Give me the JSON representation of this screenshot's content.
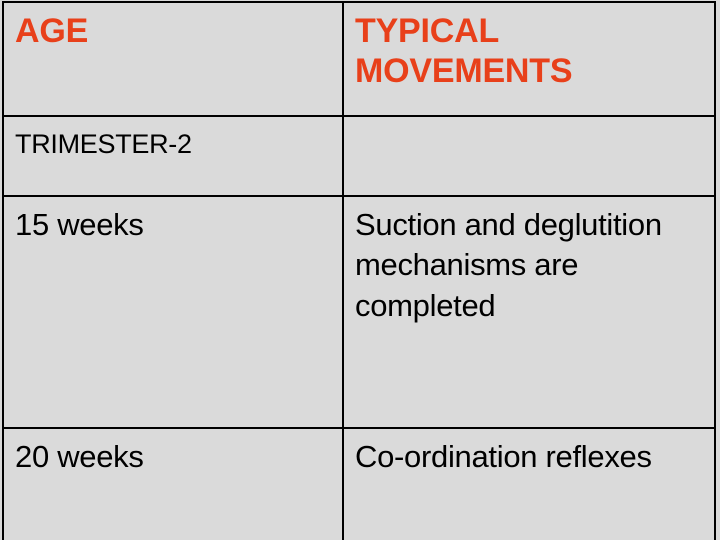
{
  "slide": {
    "background_color": "#d9d9d9",
    "accent_color": "#e8401a",
    "text_color": "#000000",
    "border_color": "#000000"
  },
  "table": {
    "columns": [
      {
        "key": "age",
        "header": "AGE"
      },
      {
        "key": "movements",
        "header": "TYPICAL MOVEMENTS"
      }
    ],
    "section_row": {
      "label": "TRIMESTER-2",
      "movements": ""
    },
    "rows": [
      {
        "age": "15 weeks",
        "movements": "Suction and deglutition mechanisms are completed"
      },
      {
        "age": "20 weeks",
        "movements": "Co-ordination reflexes"
      }
    ]
  }
}
